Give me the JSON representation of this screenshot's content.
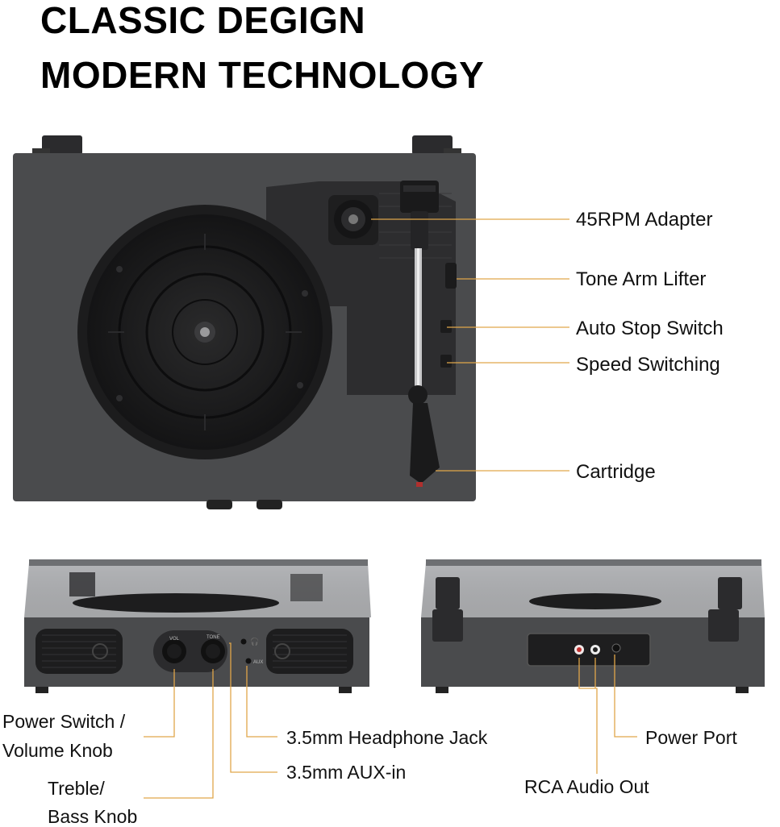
{
  "headline": {
    "line1": "CLASSIC DEGIGN",
    "line2": "MODERN TECHNOLOGY"
  },
  "top_callouts": {
    "adapter": "45RPM Adapter",
    "tone_arm_lifter": "Tone Arm Lifter",
    "auto_stop": "Auto Stop Switch",
    "speed": "Speed Switching",
    "cartridge": "Cartridge"
  },
  "front_callouts": {
    "power_volume_1": "Power Switch /",
    "power_volume_2": "Volume Knob",
    "treble_bass_1": "Treble/",
    "treble_bass_2": "Bass Knob",
    "headphone": "3.5mm Headphone Jack",
    "aux": "3.5mm AUX-in"
  },
  "front_panel_marks": {
    "knob1": "VOL",
    "knob2": "TONE",
    "aux_mark": "AUX"
  },
  "back_callouts": {
    "power_port": "Power Port",
    "rca": "RCA Audio Out"
  },
  "colors": {
    "body": "#4a4b4d",
    "platter": "#1b1b1c",
    "callout_line": "#e0a64a"
  },
  "icons": [
    "headphone-icon"
  ]
}
